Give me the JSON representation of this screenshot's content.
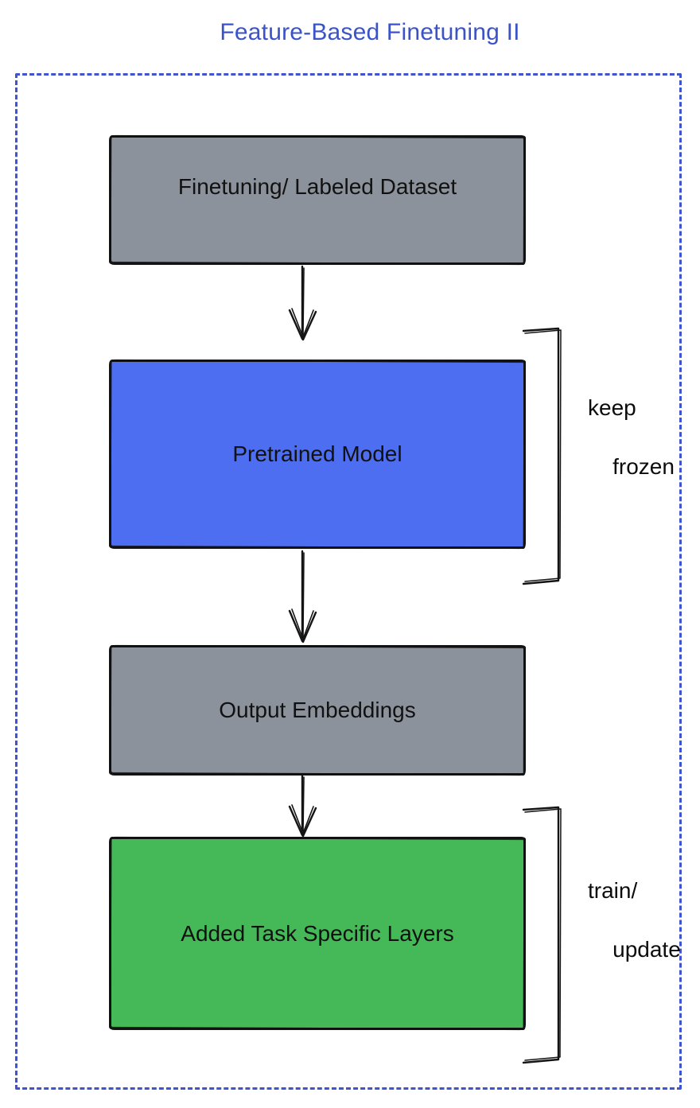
{
  "title": {
    "text": "Feature-Based Finetuning II",
    "color": "#3b53c8"
  },
  "frame": {
    "border_color": "#4055cd",
    "style": "dashed"
  },
  "diagram": {
    "stroke_color": "#141414",
    "nodes": [
      {
        "id": "finetuning-dataset",
        "label": "Finetuning/ Labeled Dataset",
        "fill": "#8c929c"
      },
      {
        "id": "pretrained-model",
        "label": "Pretrained Model",
        "fill": "#4d6ef0"
      },
      {
        "id": "output-embeddings",
        "label": "Output Embeddings",
        "fill": "#8c929c"
      },
      {
        "id": "added-task-layers",
        "label": "Added Task Specific Layers",
        "fill": "#45b958"
      }
    ],
    "edges": [
      {
        "from": "finetuning-dataset",
        "to": "pretrained-model"
      },
      {
        "from": "pretrained-model",
        "to": "output-embeddings"
      },
      {
        "from": "output-embeddings",
        "to": "added-task-layers"
      }
    ],
    "annotations": [
      {
        "target": "pretrained-model",
        "lines": [
          "keep",
          "frozen"
        ]
      },
      {
        "target": "added-task-layers",
        "lines": [
          "train/",
          "update"
        ]
      }
    ]
  }
}
